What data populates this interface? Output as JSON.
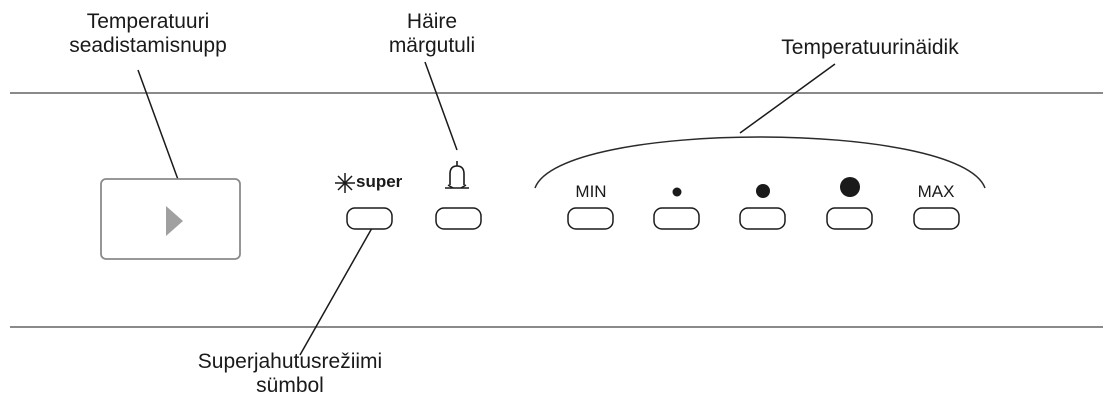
{
  "callouts": {
    "temp_button": [
      "Temperatuuri",
      "seadistamisnupp"
    ],
    "alarm_light": [
      "Häire",
      "märgutuli"
    ],
    "temp_indicator": [
      "Temperatuurinäidik"
    ],
    "supercool_symbol": [
      "Superjahutusrežiimi",
      "sümbol"
    ]
  },
  "panel": {
    "super_label": "super",
    "min_label": "MIN",
    "max_label": "MAX"
  },
  "icons": [
    "play-triangle-icon",
    "snowflake-icon",
    "bell-icon",
    "dot-small-icon",
    "dot-medium-icon",
    "dot-large-icon"
  ],
  "colors": {
    "line": "#8a8a8a",
    "ink": "#1a1a1a",
    "button_arrow": "#a0a0a0"
  }
}
